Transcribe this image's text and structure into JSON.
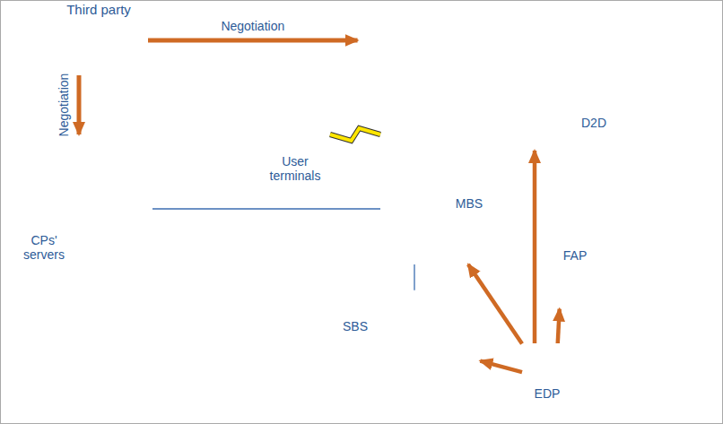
{
  "diagram": {
    "nodes": [
      {
        "text": [
          "Third party"
        ]
      },
      {
        "text": [
          "CPs' servers"
        ]
      },
      {
        "text": []
      },
      {
        "text": [
          "User terminals"
        ],
        "in": 2
      },
      {
        "text": [
          "MBS"
        ],
        "in": 2
      },
      {
        "text": [
          "D2D"
        ],
        "in": 2
      },
      {
        "text": [
          "FAP"
        ],
        "in": 2
      },
      {
        "text": [
          "SBS"
        ],
        "in": 2
      },
      {
        "text": [
          "EDP"
        ],
        "in": 2
      }
    ],
    "edges": [
      {
        "from": 0,
        "to": 2,
        "arrow": "to",
        "label": "Negotiation"
      },
      {
        "from": 0,
        "to": 1,
        "arrow": "to",
        "label": "Negotiation"
      },
      {
        "from": 1,
        "to": 4,
        "arrow": "none"
      },
      {
        "from": 7,
        "to": 4,
        "arrow": "none"
      },
      {
        "from": 3,
        "to": 4,
        "arrow": "none"
      },
      {
        "from": 8,
        "to": 5,
        "arrow": "to"
      },
      {
        "from": 8,
        "to": 4,
        "arrow": "to"
      },
      {
        "from": 8,
        "to": 6,
        "arrow": "to"
      },
      {
        "from": 8,
        "to": 7,
        "arrow": "to"
      }
    ]
  }
}
